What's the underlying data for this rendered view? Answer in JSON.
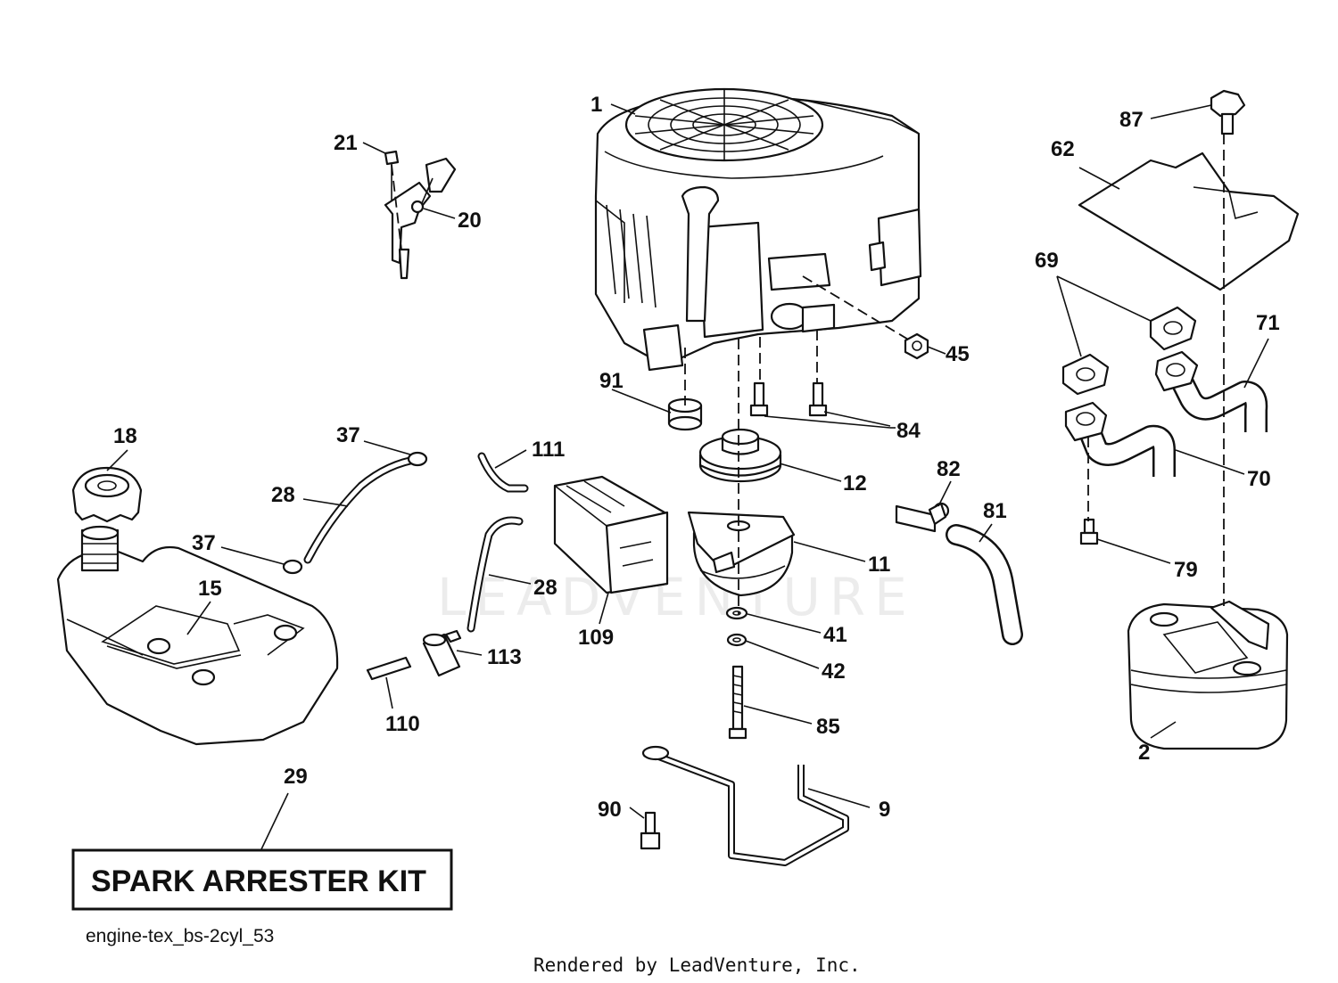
{
  "watermark": "LEADVENTURE",
  "kit_label": "SPARK ARRESTER KIT",
  "diagram_code": "engine-tex_bs-2cyl_53",
  "footer": "Rendered by LeadVenture, Inc.",
  "callouts": {
    "p1": "1",
    "p2": "2",
    "p9": "9",
    "p11": "11",
    "p12": "12",
    "p15": "15",
    "p18": "18",
    "p20": "20",
    "p21": "21",
    "p28a": "28",
    "p28b": "28",
    "p29": "29",
    "p37a": "37",
    "p37b": "37",
    "p41": "41",
    "p42": "42",
    "p45": "45",
    "p62": "62",
    "p69": "69",
    "p70": "70",
    "p71": "71",
    "p79": "79",
    "p81": "81",
    "p82": "82",
    "p84": "84",
    "p85": "85",
    "p87": "87",
    "p90": "90",
    "p91": "91",
    "p109": "109",
    "p110": "110",
    "p111": "111",
    "p113": "113"
  }
}
